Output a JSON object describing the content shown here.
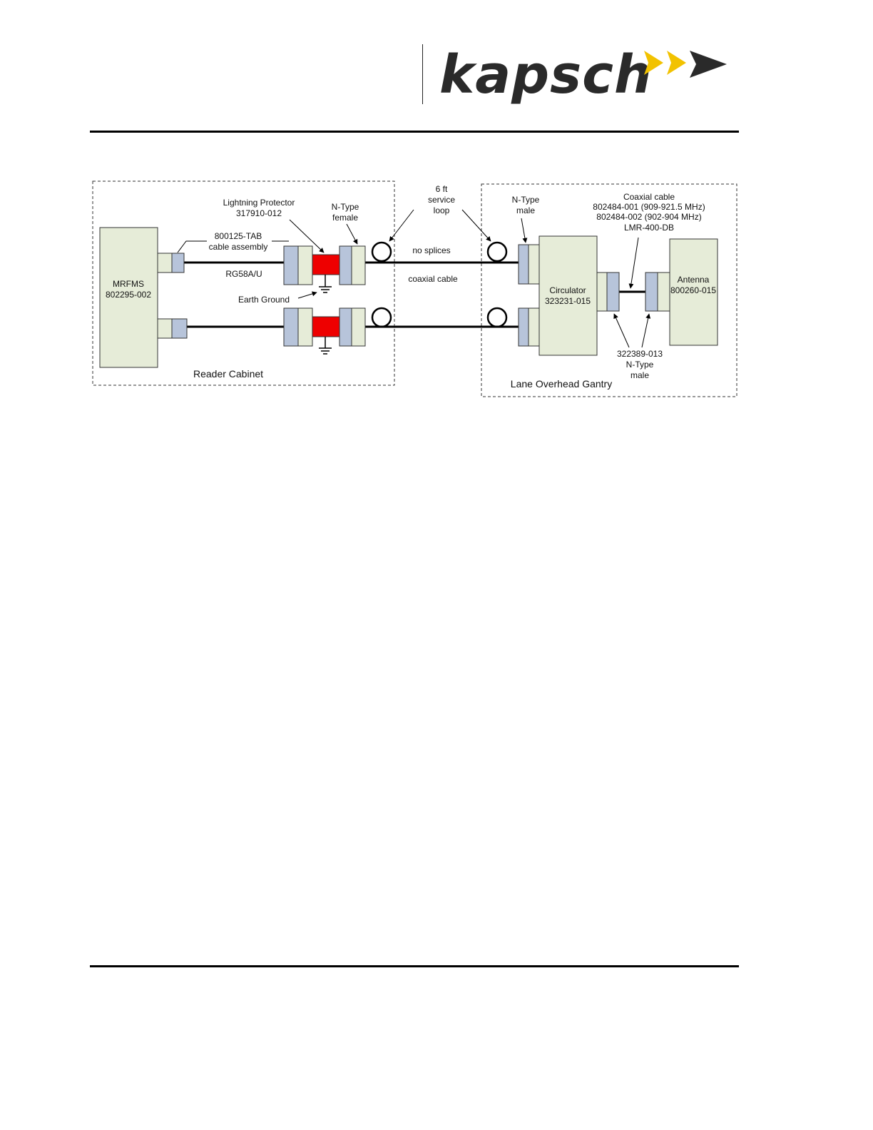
{
  "header": {
    "logo_text": "kapsch",
    "logo_chevrons": ">>>"
  },
  "colors": {
    "connector_blue": "#b7c4da",
    "box_fill": "#e6ecd8",
    "protector_red": "#ee0000",
    "logo_gold": "#f2c200",
    "logo_dark": "#2a2a2a"
  },
  "diagram": {
    "zones": {
      "reader_cabinet": "Reader Cabinet",
      "lane_gantry": "Lane Overhead Gantry"
    },
    "mrfms": {
      "line1": "MRFMS",
      "line2": "802295-002"
    },
    "cable_assembly": {
      "line1": "800125-TAB",
      "line2": "cable assembly"
    },
    "rg58": "RG58A/U",
    "lightning_protector": {
      "line1": "Lightning Protector",
      "line2": "317910-012"
    },
    "earth_ground": "Earth Ground",
    "ntype_female": {
      "line1": "N-Type",
      "line2": "female"
    },
    "service_loop": {
      "line1": "6 ft",
      "line2": "service",
      "line3": "loop"
    },
    "no_splices": "no splices",
    "coaxial_cable": "coaxial cable",
    "ntype_male": {
      "line1": "N-Type",
      "line2": "male"
    },
    "gantry_cable": {
      "line1": "Coaxial cable",
      "line2": "802484-001 (909-921.5 MHz)",
      "line3": "802484-002 (902-904 MHz)",
      "line4": "LMR-400-DB"
    },
    "circulator": {
      "line1": "Circulator",
      "line2": "323231-015"
    },
    "antenna": {
      "line1": "Antenna",
      "line2": "800260-015"
    },
    "connector_322389": {
      "line1": "322389-013",
      "line2": "N-Type",
      "line3": "male"
    }
  }
}
